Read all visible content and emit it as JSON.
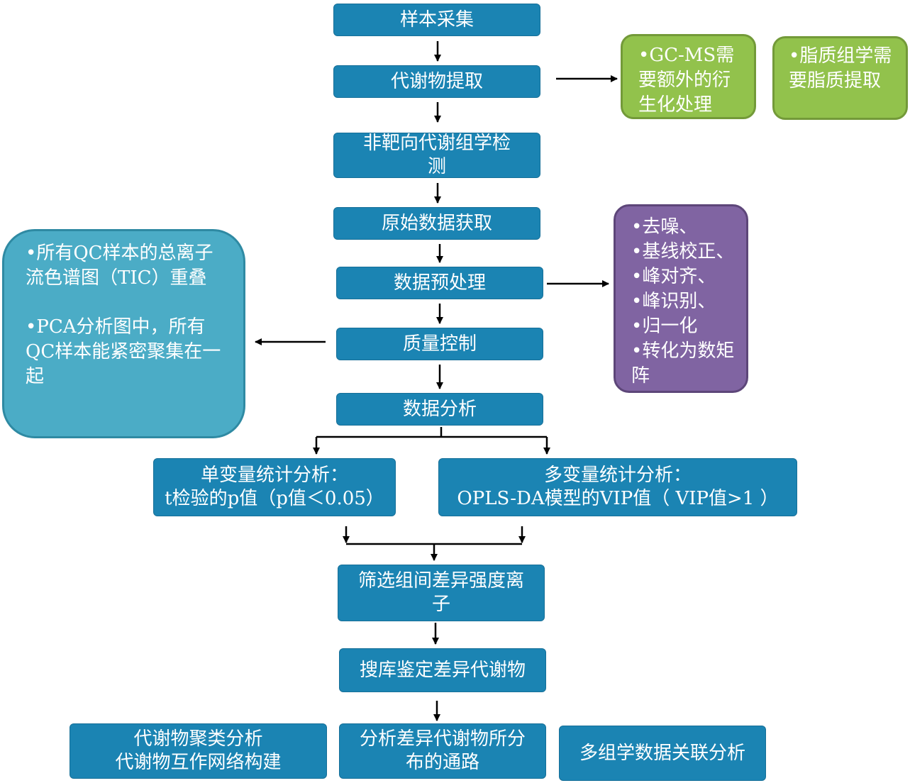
{
  "flow": {
    "sample_collection": "样本采集",
    "extraction": "代谢物提取",
    "detection": "非靶向代谢组学检测",
    "raw_data": "原始数据获取",
    "preprocessing": "数据预处理",
    "qc": "质量控制",
    "analysis": "数据分析",
    "univariate_line1": "单变量统计分析：",
    "univariate_line2": "t检验的p值（p值＜0.05）",
    "multivariate_line1": "多变量统计分析：",
    "multivariate_line2": "OPLS-DA模型的VIP值（ VIP值>1 ）",
    "screening": "筛选组间差异强度离子",
    "identification": "搜库鉴定差异代谢物",
    "clustering_line1": "代谢物聚类分析",
    "clustering_line2": "代谢物互作网络构建",
    "pathway": "分析差异代谢物所分布的通路",
    "multiomics": "多组学数据关联分析"
  },
  "notes": {
    "gcms": "•GC-MS需要额外的衍生化处理",
    "lipid": "•脂质组学需要脂质提取",
    "preprocess_items": [
      "•去噪、",
      "•基线校正、",
      "•峰对齐、",
      "•峰识别、",
      "•归一化",
      "•转化为数矩阵"
    ],
    "qc_item1": "•所有QC样本的总离子流色谱图（TIC）重叠",
    "qc_item2": "•PCA分析图中，所有QC样本能紧密聚集在一起"
  },
  "colors": {
    "step_blue": "#1b84b3",
    "note_green": "#92c24c",
    "note_purple": "#8064a2",
    "note_teal": "#4bacc6"
  }
}
